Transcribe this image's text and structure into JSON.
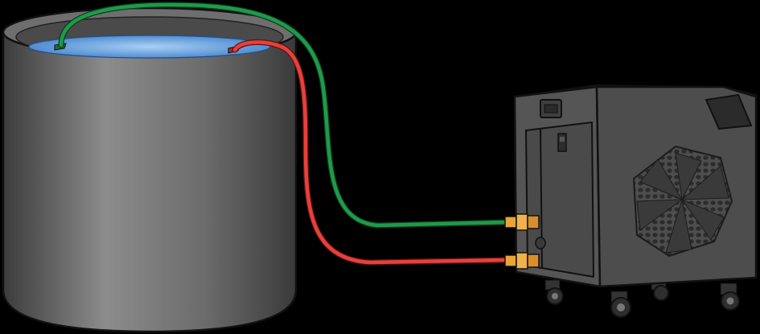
{
  "colors": {
    "background": "#000000",
    "tank_body_light": "#8a8a8a",
    "tank_body_dark": "#3a3a3a",
    "water": "#4f8fd6",
    "hose_supply": "#1f9a4a",
    "hose_return": "#e8403c",
    "chiller_body": "#545454",
    "chiller_panel": "#4a4a4a",
    "fitting": "#e8a33a",
    "outline": "#111111"
  },
  "components": {
    "tank": "water-tank",
    "chiller": "chiller-unit",
    "supply_hose": "green-hose",
    "return_hose": "red-hose",
    "fan": "fan-grille-icon",
    "wheels": "caster-wheel-icon"
  }
}
